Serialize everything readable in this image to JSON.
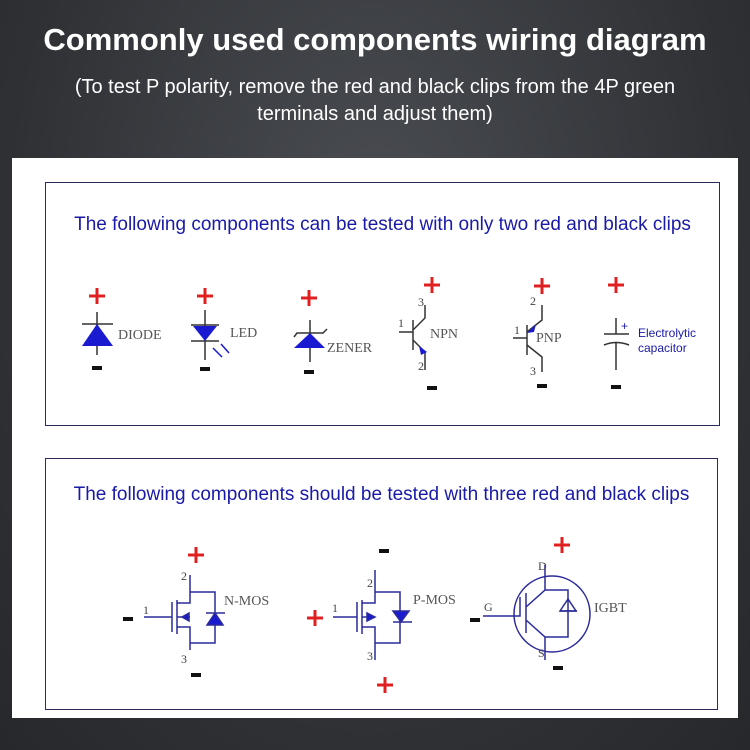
{
  "title": "Commonly used components wiring diagram",
  "subtitle": "(To test P polarity, remove the red and black clips from the 4P green terminals and adjust them)",
  "section1": {
    "heading": "The following components can be tested with only two red and black clips",
    "labels": {
      "diode": "DIODE",
      "led": "LED",
      "zener": "ZENER",
      "npn": "NPN",
      "pnp": "PNP",
      "cap1": "Electrolytic",
      "cap2": "capacitor",
      "cap_plus": "+"
    },
    "pins": {
      "npn_top": "3",
      "npn_base": "1",
      "npn_bottom": "2",
      "pnp_top": "2",
      "pnp_base": "1",
      "pnp_bottom": "3"
    }
  },
  "section2": {
    "heading": "The following components should be tested with three red and black clips",
    "labels": {
      "nmos": "N-MOS",
      "pmos": "P-MOS",
      "igbt": "IGBT"
    },
    "pins": {
      "nmos_d": "2",
      "nmos_g": "1",
      "nmos_s": "3",
      "pmos_d": "2",
      "pmos_g": "1",
      "pmos_s": "3",
      "igbt_g": "G",
      "igbt_d": "D",
      "igbt_s": "S"
    }
  },
  "colors": {
    "plus": "#e02020",
    "minus": "#111111",
    "symbol": "#1a1ad0",
    "line": "#333333"
  },
  "signs": {
    "plus": "+",
    "minus": "-"
  }
}
